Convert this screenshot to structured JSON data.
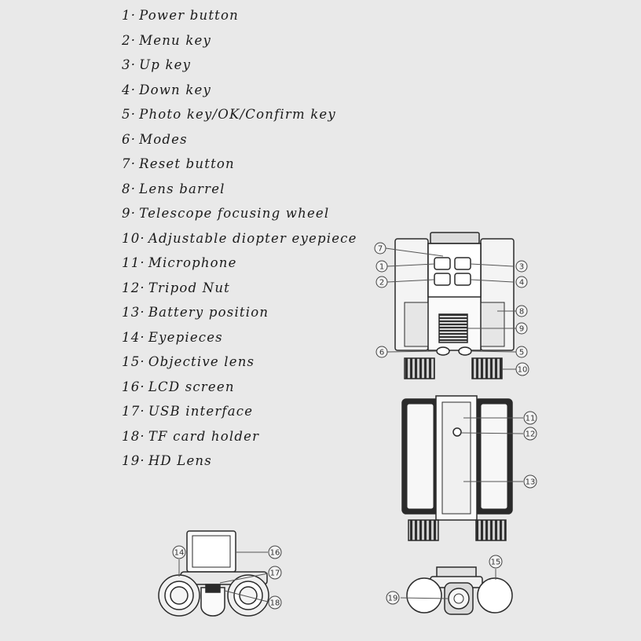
{
  "legend": [
    {
      "num": "1·",
      "label": "Power button"
    },
    {
      "num": "2·",
      "label": "Menu key"
    },
    {
      "num": "3·",
      "label": "Up key"
    },
    {
      "num": "4·",
      "label": "Down key"
    },
    {
      "num": "5·",
      "label": "Photo key/OK/Confirm key"
    },
    {
      "num": "6·",
      "label": "Modes"
    },
    {
      "num": "7·",
      "label": "Reset button"
    },
    {
      "num": "8·",
      "label": "Lens barrel"
    },
    {
      "num": "9·",
      "label": "Telescope focusing wheel"
    },
    {
      "num": "10·",
      "label": "Adjustable diopter eyepiece"
    },
    {
      "num": "11·",
      "label": "Microphone"
    },
    {
      "num": "12·",
      "label": "Tripod Nut"
    },
    {
      "num": "13·",
      "label": "Battery position"
    },
    {
      "num": "14·",
      "label": "Eyepieces"
    },
    {
      "num": "15·",
      "label": "Objective lens"
    },
    {
      "num": "16·",
      "label": "LCD screen"
    },
    {
      "num": "17·",
      "label": "USB interface"
    },
    {
      "num": "18·",
      "label": "TF card holder"
    },
    {
      "num": "19·",
      "label": "HD Lens"
    }
  ],
  "callouts": [
    "1",
    "2",
    "3",
    "4",
    "5",
    "6",
    "7",
    "8",
    "9",
    "10",
    "11",
    "12",
    "13",
    "14",
    "15",
    "16",
    "17",
    "18",
    "19"
  ]
}
